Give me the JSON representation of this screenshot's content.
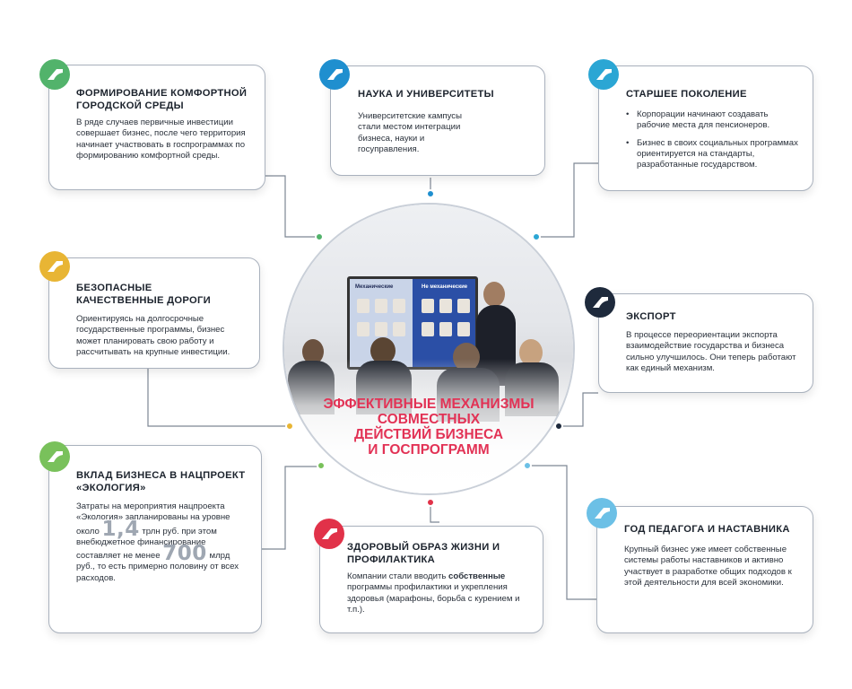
{
  "center": {
    "title_lines": [
      "Эффективные механизмы",
      "совместных",
      "действий бизнеса",
      "и госпрограмм"
    ],
    "screen_left_label": "Механические",
    "screen_right_label": "Не механические"
  },
  "cards": {
    "comfort": {
      "title": "Формирование комфортной городской среды",
      "body": "В ряде случаев первичные инвестиции совершает бизнес, после чего территория начинает участвовать в госпрограммах по формированию комфортной среды.",
      "color": "#52b36b"
    },
    "science": {
      "title": "Наука и университеты",
      "body": "Университетские кампусы стали местом интеграции бизнеса, науки и госуправления.",
      "color": "#1f8fcf"
    },
    "senior": {
      "title": "Старшее поколение",
      "bullets": [
        "Корпорации начинают создавать рабочие места для пенсионеров.",
        "Бизнес в своих социальных программах ориентируется на стандарты, разработанные государством."
      ],
      "color": "#2ba6d4"
    },
    "roads": {
      "title": "Безопасные качественные дороги",
      "body": "Ориентируясь на долгосрочные государственные программы, бизнес может планировать свою работу и рассчитывать на крупные инвестиции.",
      "color": "#e8b534"
    },
    "export": {
      "title": "Экспорт",
      "body": "В процессе переориентации экспорта взаимодействие государства и бизнеса сильно улучшилось. Они теперь работают как единый механизм.",
      "color": "#1e2a3c"
    },
    "ecology": {
      "title": "Вклад бизнеса в нацпроект «Экология»",
      "body_1": "Затраты на мероприятия нацпроекта «Экология» запланированы на уровне",
      "about": "около",
      "num_1": "1,4",
      "body_2": "трлн руб. при этом внебюджетное финансирование",
      "body_3": "составляет не менее",
      "num_2": "700",
      "unit_2": "млрд",
      "body_4": "руб., то есть примерно половину от всех расходов.",
      "color": "#79c15b"
    },
    "health": {
      "title": "Здоровый образ жизни и профилактика",
      "body_1": "Компании стали вводить",
      "body_bold": "собственные",
      "body_2": "программы профилактики и укрепления здоровья (марафоны, борьба с курением и т.п.).",
      "color": "#e13249"
    },
    "teacher": {
      "title": "Год педагога и наставника",
      "body": "Крупный бизнес уже имеет собственные системы работы наставников и активно участвует в разработке общих подходов к этой деятельности для всей экономики.",
      "color": "#6cc0e6"
    }
  }
}
